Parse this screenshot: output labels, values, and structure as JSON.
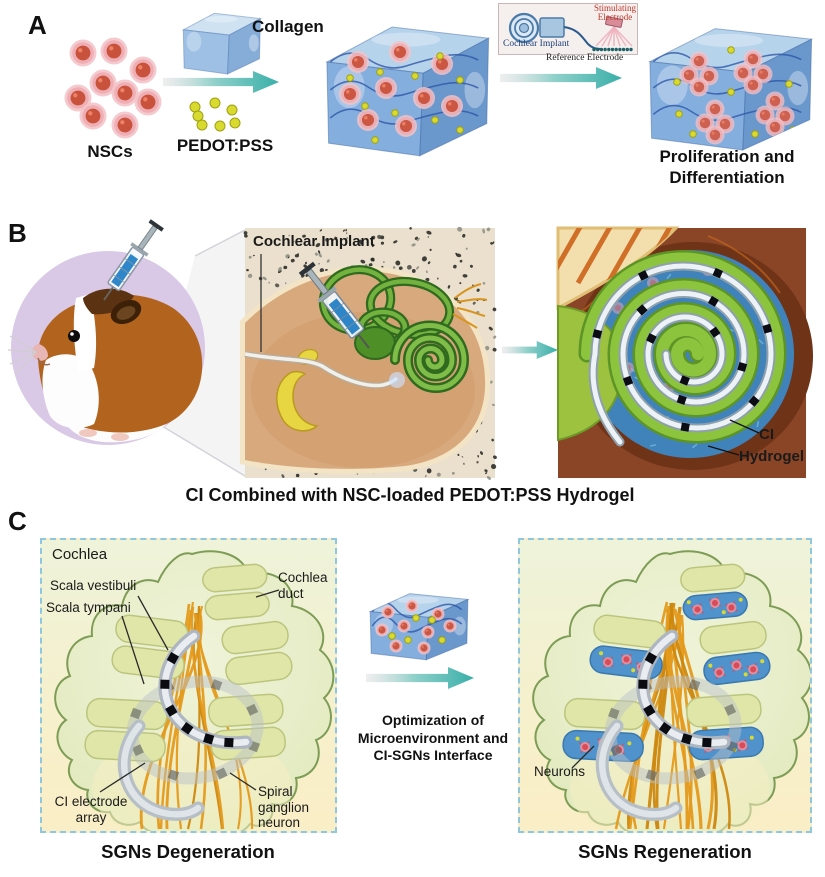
{
  "figure": {
    "panel_a": {
      "label": "A",
      "nscs": "NSCs",
      "collagen": "Collagen",
      "pedot": "PEDOT:PSS",
      "result": "Proliferation and Differentiation",
      "inset": {
        "stimulating": "Stimulating Electrode",
        "implant": "Cochlear Implant",
        "reference": "Reference Electrode"
      }
    },
    "panel_b": {
      "label": "B",
      "implant": "Cochlear Implant",
      "ci": "CI",
      "hydrogel": "Hydrogel",
      "caption": "CI Combined with NSC-loaded PEDOT:PSS Hydrogel"
    },
    "panel_c": {
      "label": "C",
      "cochlea": "Cochlea",
      "scala_vestibuli": "Scala vestibuli",
      "scala_tympani": "Scala tympani",
      "cochlea_duct": "Cochlea duct",
      "ci_electrode_array": "CI electrode array",
      "spiral_ganglion_neuron": "Spiral ganglion neuron",
      "neurons": "Neurons",
      "optimization": "Optimization of Microenvironment and CI-SGNs Interface",
      "caption_left": "SGNs Degeneration",
      "caption_right": "SGNs Regeneration"
    },
    "colors": {
      "arrow_teal": "#3aafa9",
      "hydrogel_blue": "#4f92cc",
      "nsc_pink": "#f3c3c7",
      "pedot_yellow": "#d9da2f",
      "stim_red": "#c0392b",
      "implant_blue": "#1c3f7a",
      "cochlea_green": "#8cc43e",
      "dashed_border": "#8fc8de"
    }
  }
}
